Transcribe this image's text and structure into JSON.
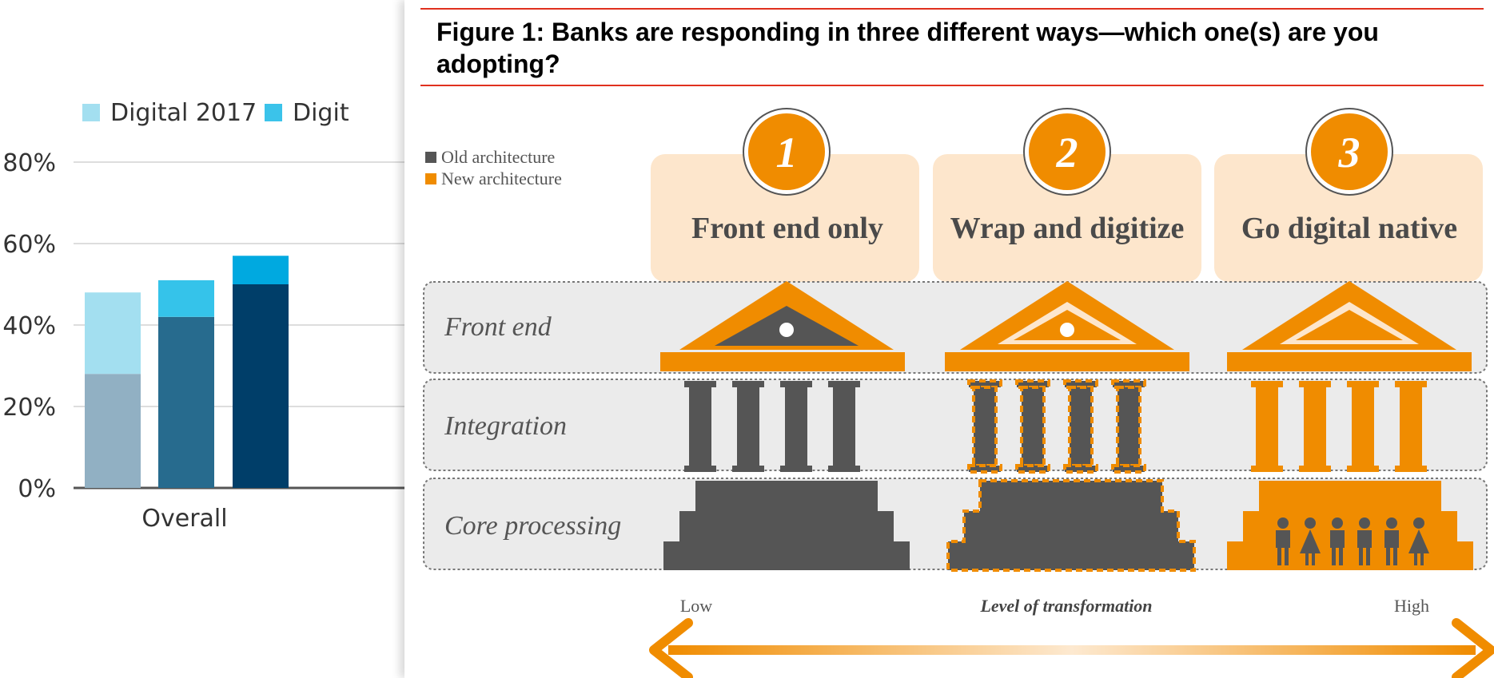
{
  "chart_data": {
    "type": "bar",
    "stacked": true,
    "categories": [
      "Overall"
    ],
    "series": [
      {
        "name": "Digital 2017",
        "values": [
          48
        ],
        "color": "#a3dff0"
      },
      {
        "name": "Digit",
        "values": [
          51
        ],
        "color": "#3bc3ea"
      }
    ],
    "bars": [
      {
        "bottom": 28,
        "top": 48,
        "bottom_color": "#91b0c3",
        "top_color": "#a3dff0"
      },
      {
        "bottom": 42,
        "top": 51,
        "bottom_color": "#276b8e",
        "top_color": "#35c3ea"
      },
      {
        "bottom": 50,
        "top": 57,
        "bottom_color": "#003e69",
        "top_color": "#00a9e0"
      }
    ],
    "ylim": [
      0,
      80
    ],
    "yticks": [
      "0%",
      "20%",
      "40%",
      "60%",
      "80%"
    ],
    "grid": true,
    "legend_position": "top"
  },
  "figure": {
    "title": "Figure 1: Banks are responding in three different ways—which one(s) are you adopting?",
    "legend": [
      {
        "label": "Old architecture",
        "color": "#555555"
      },
      {
        "label": "New architecture",
        "color": "#f08c00"
      }
    ],
    "columns": [
      {
        "number": "1",
        "title": "Front end only"
      },
      {
        "number": "2",
        "title": "Wrap and digitize"
      },
      {
        "number": "3",
        "title": "Go digital native"
      }
    ],
    "layers": [
      "Front end",
      "Integration",
      "Core processing"
    ],
    "axis": {
      "low": "Low",
      "mid": "Level of transformation",
      "high": "High"
    },
    "colors": {
      "orange": "#f08c00",
      "gray": "#555555",
      "peach": "#fde6cc",
      "band": "#ebebeb"
    }
  }
}
